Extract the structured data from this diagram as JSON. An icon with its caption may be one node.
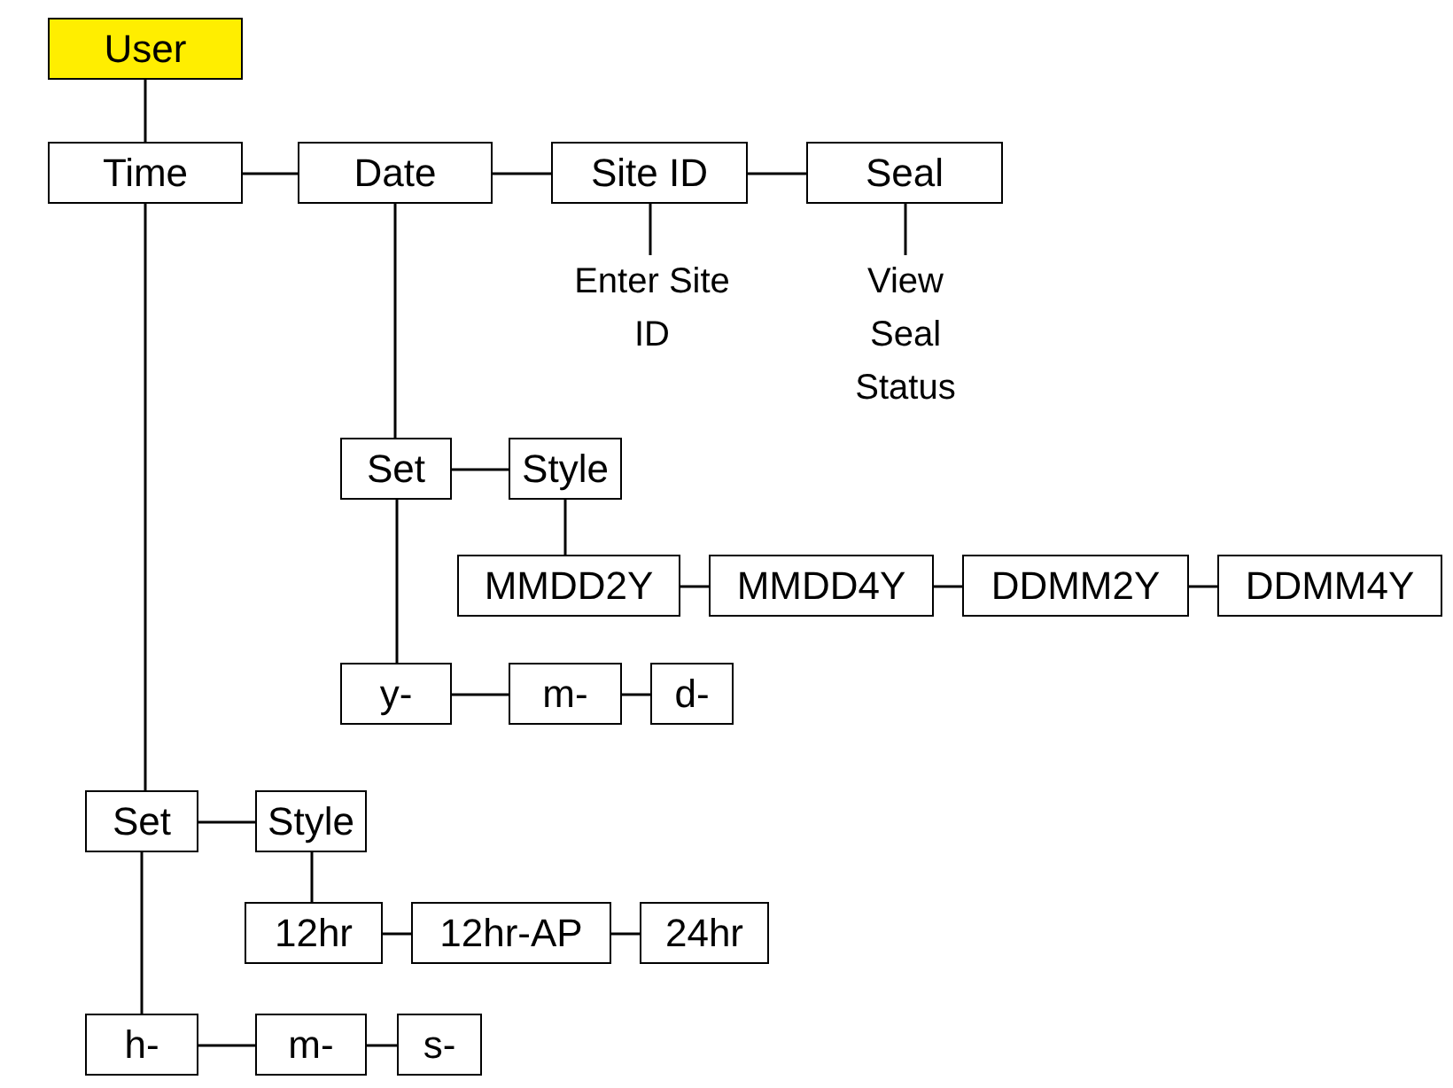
{
  "diagram": {
    "nodes": [
      {
        "text": [
          "User"
        ]
      },
      {
        "text": [
          "Time"
        ]
      },
      {
        "text": [
          "Date"
        ]
      },
      {
        "text": [
          "Site ID"
        ]
      },
      {
        "text": [
          "Seal"
        ]
      },
      {
        "text": [
          "Enter Site ID"
        ]
      },
      {
        "text": [
          "View Seal Status"
        ]
      },
      {
        "text": [
          "Set"
        ]
      },
      {
        "text": [
          "Style"
        ]
      },
      {
        "text": [
          "MMDD2Y"
        ]
      },
      {
        "text": [
          "MMDD4Y"
        ]
      },
      {
        "text": [
          "DDMM2Y"
        ]
      },
      {
        "text": [
          "DDMM4Y"
        ]
      },
      {
        "text": [
          "y-"
        ]
      },
      {
        "text": [
          "m-"
        ]
      },
      {
        "text": [
          "d-"
        ]
      },
      {
        "text": [
          "Set"
        ]
      },
      {
        "text": [
          "Style"
        ]
      },
      {
        "text": [
          "12hr"
        ]
      },
      {
        "text": [
          "12hr-AP"
        ]
      },
      {
        "text": [
          "24hr"
        ]
      },
      {
        "text": [
          "h-"
        ]
      },
      {
        "text": [
          "m-"
        ]
      },
      {
        "text": [
          "s-"
        ]
      }
    ],
    "edges": [
      {
        "from": 0,
        "to": 1,
        "arrow": "none"
      },
      {
        "from": 1,
        "to": 2,
        "arrow": "none"
      },
      {
        "from": 2,
        "to": 3,
        "arrow": "none"
      },
      {
        "from": 3,
        "to": 4,
        "arrow": "none"
      },
      {
        "from": 3,
        "to": 5,
        "arrow": "none"
      },
      {
        "from": 4,
        "to": 6,
        "arrow": "none"
      },
      {
        "from": 2,
        "to": 7,
        "arrow": "none"
      },
      {
        "from": 7,
        "to": 8,
        "arrow": "none"
      },
      {
        "from": 8,
        "to": 9,
        "arrow": "none"
      },
      {
        "from": 9,
        "to": 10,
        "arrow": "none"
      },
      {
        "from": 10,
        "to": 11,
        "arrow": "none"
      },
      {
        "from": 11,
        "to": 12,
        "arrow": "none"
      },
      {
        "from": 7,
        "to": 13,
        "arrow": "none"
      },
      {
        "from": 13,
        "to": 14,
        "arrow": "none"
      },
      {
        "from": 14,
        "to": 15,
        "arrow": "none"
      },
      {
        "from": 1,
        "to": 16,
        "arrow": "none"
      },
      {
        "from": 16,
        "to": 17,
        "arrow": "none"
      },
      {
        "from": 17,
        "to": 18,
        "arrow": "none"
      },
      {
        "from": 18,
        "to": 19,
        "arrow": "none"
      },
      {
        "from": 19,
        "to": 20,
        "arrow": "none"
      },
      {
        "from": 16,
        "to": 21,
        "arrow": "none"
      },
      {
        "from": 21,
        "to": 22,
        "arrow": "none"
      },
      {
        "from": 22,
        "to": 23,
        "arrow": "none"
      }
    ]
  }
}
